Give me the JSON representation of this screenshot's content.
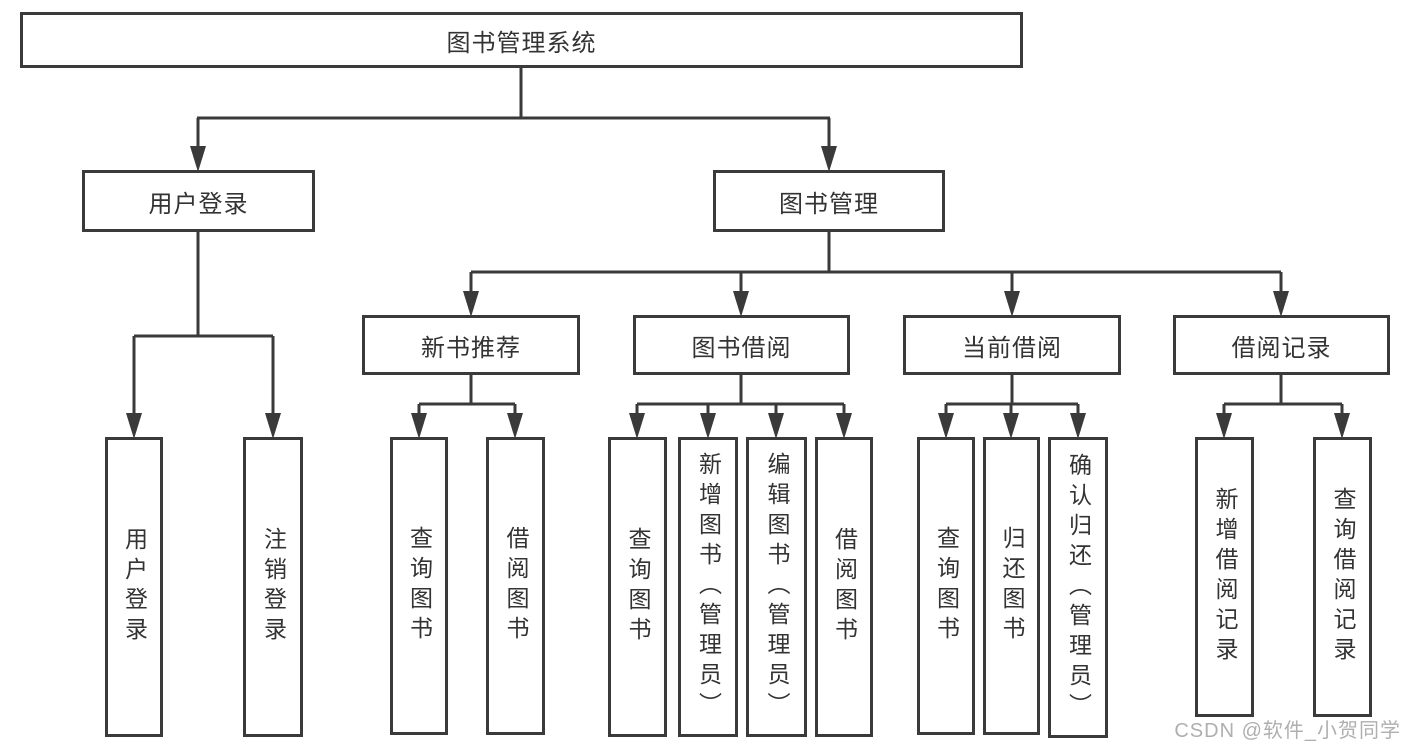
{
  "diagram": {
    "title": "图书管理系统",
    "root": {
      "label": "图书管理系统"
    },
    "level2": [
      {
        "label": "用户登录"
      },
      {
        "label": "图书管理"
      }
    ],
    "level3": [
      {
        "label": "新书推荐",
        "parent": "图书管理"
      },
      {
        "label": "图书借阅",
        "parent": "图书管理"
      },
      {
        "label": "当前借阅",
        "parent": "图书管理"
      },
      {
        "label": "借阅记录",
        "parent": "图书管理"
      }
    ],
    "leaves": [
      {
        "label": "用户登录",
        "parent": "用户登录"
      },
      {
        "label": "注销登录",
        "parent": "用户登录"
      },
      {
        "label": "查询图书",
        "parent": "新书推荐"
      },
      {
        "label": "借阅图书",
        "parent": "新书推荐"
      },
      {
        "label": "查询图书",
        "parent": "图书借阅"
      },
      {
        "label": "新增图书（管理员）",
        "parent": "图书借阅"
      },
      {
        "label": "编辑图书（管理员）",
        "parent": "图书借阅"
      },
      {
        "label": "借阅图书",
        "parent": "图书借阅"
      },
      {
        "label": "查询图书",
        "parent": "当前借阅"
      },
      {
        "label": "归还图书",
        "parent": "当前借阅"
      },
      {
        "label": "确认归还（管理员）",
        "parent": "当前借阅"
      },
      {
        "label": "新增借阅记录",
        "parent": "借阅记录"
      },
      {
        "label": "查询借阅记录",
        "parent": "借阅记录"
      }
    ],
    "watermark": "CSDN @软件_小贺同学",
    "colors": {
      "line": "#3a3a3a",
      "text": "#333333",
      "background": "#ffffff",
      "watermark": "#a9a9a9"
    }
  }
}
